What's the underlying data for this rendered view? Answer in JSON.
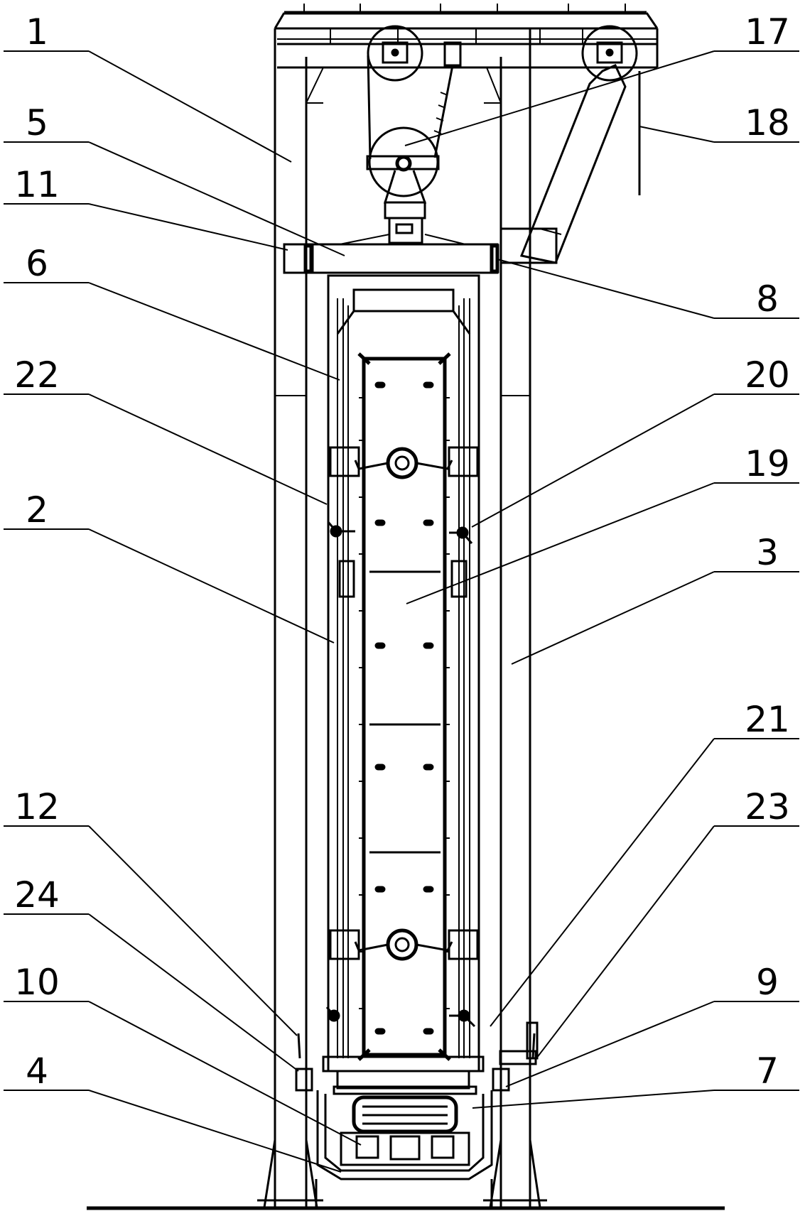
{
  "figure": {
    "callouts": [
      {
        "id": "c1",
        "text": "1"
      },
      {
        "id": "c5",
        "text": "5"
      },
      {
        "id": "c11",
        "text": "11"
      },
      {
        "id": "c6",
        "text": "6"
      },
      {
        "id": "c22",
        "text": "22"
      },
      {
        "id": "c2",
        "text": "2"
      },
      {
        "id": "c12",
        "text": "12"
      },
      {
        "id": "c24",
        "text": "24"
      },
      {
        "id": "c10",
        "text": "10"
      },
      {
        "id": "c4",
        "text": "4"
      },
      {
        "id": "c17",
        "text": "17"
      },
      {
        "id": "c18",
        "text": "18"
      },
      {
        "id": "c8",
        "text": "8"
      },
      {
        "id": "c20",
        "text": "20"
      },
      {
        "id": "c19",
        "text": "19"
      },
      {
        "id": "c3",
        "text": "3"
      },
      {
        "id": "c21",
        "text": "21"
      },
      {
        "id": "c23",
        "text": "23"
      },
      {
        "id": "c9",
        "text": "9"
      },
      {
        "id": "c7",
        "text": "7"
      }
    ]
  }
}
